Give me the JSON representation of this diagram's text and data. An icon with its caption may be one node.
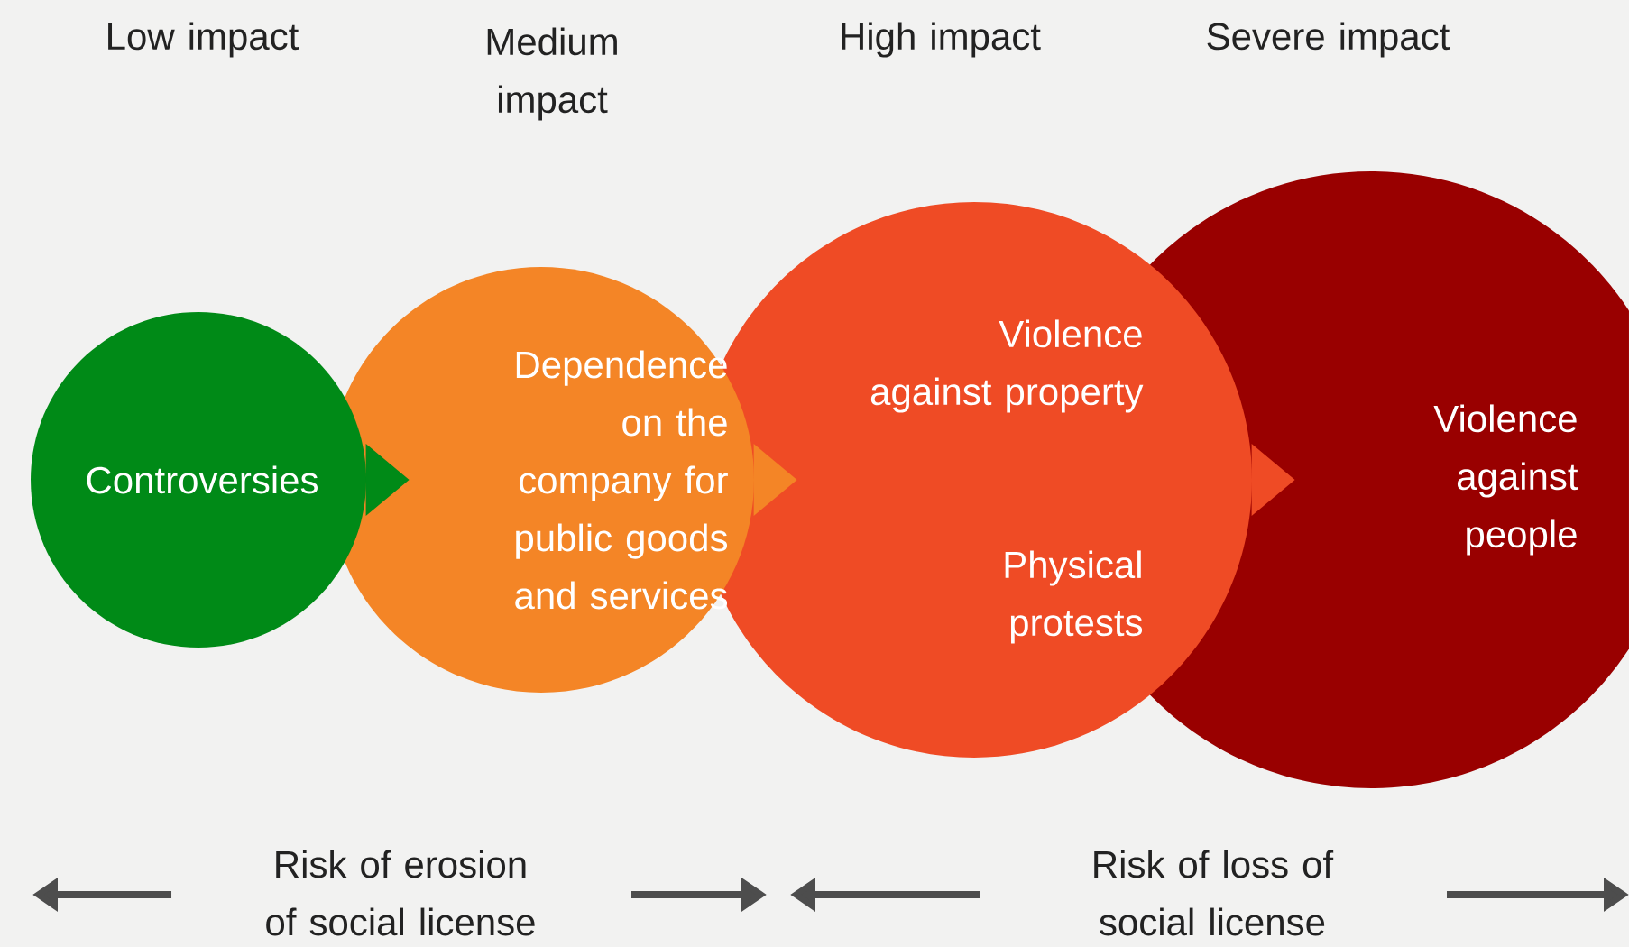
{
  "diagram": {
    "nodes": [
      {
        "text": [
          "Controversies"
        ]
      },
      {
        "text": [
          "Dependence on the company for public goods and services"
        ]
      },
      {
        "text": [
          "Violence against property",
          "Physical protests"
        ]
      },
      {
        "text": [
          "Violence against people"
        ]
      }
    ],
    "edges": [
      {
        "from": 0,
        "to": 1,
        "arrow": "to"
      },
      {
        "from": 1,
        "to": 2,
        "arrow": "to"
      },
      {
        "from": 2,
        "to": 3,
        "arrow": "to"
      }
    ],
    "labels": [
      "Low impact",
      "Medium impact",
      "High impact",
      "Severe impact",
      "Risk of erosion of social license",
      "Risk of loss of social license"
    ]
  }
}
